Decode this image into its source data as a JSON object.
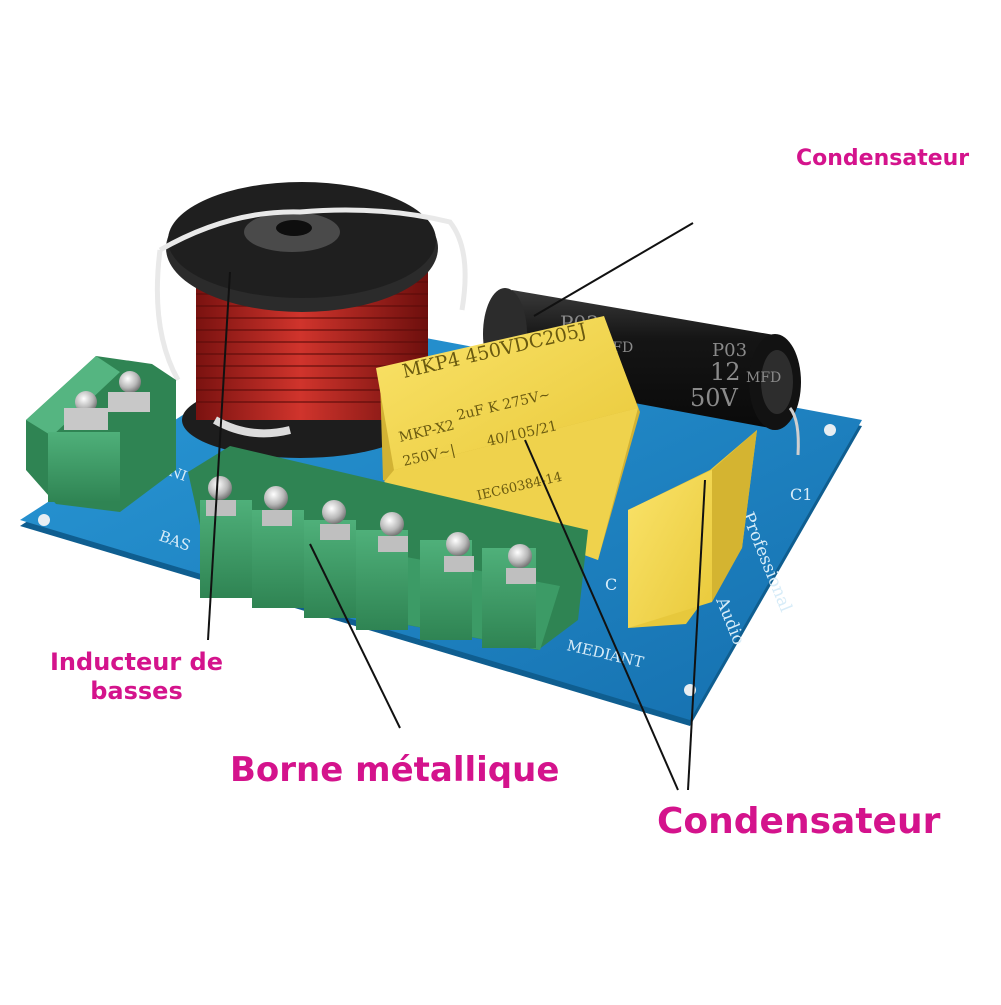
{
  "colors": {
    "label": "#d4138c",
    "board": "#1b88c9",
    "board_edge": "#0f5e90",
    "terminal": "#3a9a62",
    "copper": "#b8231f",
    "bobbin": "#262626",
    "yellow_cap": "#f3d84a",
    "black_cap": "#1c1c1c"
  },
  "labels": {
    "condensateur_top": "Condensateur",
    "inducteur_line1": "Inducteur de",
    "inducteur_line2": "basses",
    "borne": "Borne métallique",
    "condensateur_bottom": "Condensateur"
  },
  "board_print": {
    "yellow_cap_line1": "MKP4 450VDC205J",
    "yellow_cap_line2": "2uF K 275V~",
    "yellow_cap_line3": "MKP-X2",
    "yellow_cap_line4": "250V~|",
    "yellow_cap_line5": "40/105/21",
    "yellow_cap_line6": "IEC60384-14",
    "black_cap_line1": "P03",
    "black_cap_line2": "12",
    "black_cap_line3": "MFD",
    "black_cap_line4": "50V",
    "black_cap_line5": "P03",
    "black_cap_line6": "12",
    "black_cap_line7": "MFD",
    "silk_c1": "C1",
    "silk_c": "C",
    "silk_professional": "Professional",
    "silk_audio": "Audio",
    "silk_mediant": "MEDIANT",
    "silk_bas": "BAS",
    "silk_ni": "NI"
  },
  "icons": [
    "inductor-coil-icon",
    "electrolytic-capacitor-icon",
    "film-capacitor-icon",
    "screw-terminal-icon"
  ]
}
